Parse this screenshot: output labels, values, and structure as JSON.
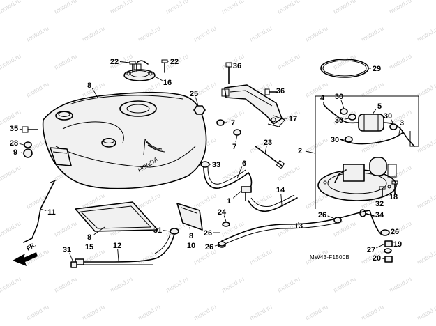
{
  "watermark": "motod.ru",
  "diagram_code": "MW43-F1500B",
  "tank_brand": "HONDA",
  "front_label": "FR.",
  "callouts": [
    {
      "id": "c-1",
      "label": "1"
    },
    {
      "id": "c-2",
      "label": "2"
    },
    {
      "id": "c-3",
      "label": "3"
    },
    {
      "id": "c-4",
      "label": "4"
    },
    {
      "id": "c-5",
      "label": "5"
    },
    {
      "id": "c-6",
      "label": "6"
    },
    {
      "id": "c-7a",
      "label": "7"
    },
    {
      "id": "c-7b",
      "label": "7"
    },
    {
      "id": "c-8-tank",
      "label": "8"
    },
    {
      "id": "c-8-pad",
      "label": "8"
    },
    {
      "id": "c-8-plate",
      "label": "8"
    },
    {
      "id": "c-9",
      "label": "9"
    },
    {
      "id": "c-10",
      "label": "10"
    },
    {
      "id": "c-11",
      "label": "11"
    },
    {
      "id": "c-12",
      "label": "12"
    },
    {
      "id": "c-13",
      "label": "13"
    },
    {
      "id": "c-14",
      "label": "14"
    },
    {
      "id": "c-15",
      "label": "15"
    },
    {
      "id": "c-16",
      "label": "16"
    },
    {
      "id": "c-17",
      "label": "17"
    },
    {
      "id": "c-18",
      "label": "18"
    },
    {
      "id": "c-19",
      "label": "19"
    },
    {
      "id": "c-20",
      "label": "20"
    },
    {
      "id": "c-22a",
      "label": "22"
    },
    {
      "id": "c-22b",
      "label": "22"
    },
    {
      "id": "c-23",
      "label": "23"
    },
    {
      "id": "c-24",
      "label": "24"
    },
    {
      "id": "c-25",
      "label": "25"
    },
    {
      "id": "c-26a",
      "label": "26"
    },
    {
      "id": "c-26b",
      "label": "26"
    },
    {
      "id": "c-26c",
      "label": "26"
    },
    {
      "id": "c-26d",
      "label": "26"
    },
    {
      "id": "c-27",
      "label": "27"
    },
    {
      "id": "c-28",
      "label": "28"
    },
    {
      "id": "c-29",
      "label": "29"
    },
    {
      "id": "c-30a",
      "label": "30"
    },
    {
      "id": "c-30b",
      "label": "30"
    },
    {
      "id": "c-30c",
      "label": "30"
    },
    {
      "id": "c-30d",
      "label": "30"
    },
    {
      "id": "c-31a",
      "label": "31"
    },
    {
      "id": "c-31b",
      "label": "31"
    },
    {
      "id": "c-32",
      "label": "32"
    },
    {
      "id": "c-33",
      "label": "33"
    },
    {
      "id": "c-34",
      "label": "34"
    },
    {
      "id": "c-35",
      "label": "35"
    },
    {
      "id": "c-36a",
      "label": "36"
    },
    {
      "id": "c-36b",
      "label": "36"
    }
  ]
}
